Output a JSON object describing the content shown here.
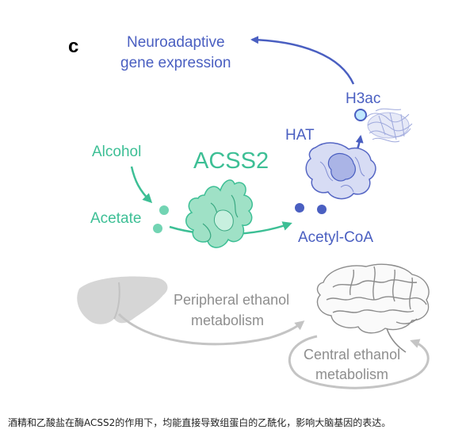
{
  "panel_letter": "c",
  "labels": {
    "neuroadaptive_line1": "Neuroadaptive",
    "neuroadaptive_line2": "gene expression",
    "h3ac": "H3ac",
    "hat": "HAT",
    "alcohol": "Alcohol",
    "acss2": "ACSS2",
    "acetate": "Acetate",
    "acetyl_coa": "Acetyl-CoA",
    "peripheral_line1": "Peripheral ethanol",
    "peripheral_line2": "metabolism",
    "central_line1": "Central ethanol",
    "central_line2": "metabolism"
  },
  "caption": "酒精和乙酸盐在酶ACSS2的作用下，均能直接导致组蛋白的乙酰化，影响大脑基因的表达。",
  "colors": {
    "blue": "#4a5fc1",
    "green": "#3dbf95",
    "grey": "#b9b9b9",
    "grey_text": "#8e8e8e"
  }
}
